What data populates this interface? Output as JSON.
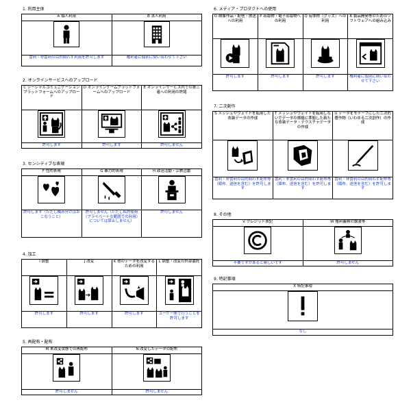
{
  "s1": {
    "title": "1. 利用主体",
    "cols": [
      {
        "header": "A 個人利用",
        "icon": "person-icon",
        "perm": "営利・非営利の目的問わず利用を許可します"
      },
      {
        "header": "B 法人利用",
        "icon": "building-icon",
        "perm": "権利者に個別に問い合わせて下さい"
      }
    ]
  },
  "s2": {
    "title": "2. オンラインサービスへのアップロード",
    "cols": [
      {
        "header": "C ソーシャルコミュニケーションプラットフォームへのアップロード",
        "icon": "sns-upload-icon",
        "perm": "許可します"
      },
      {
        "header": "D オンラインゲームプラットフォームへのアップロード",
        "icon": "game-upload-icon",
        "perm": "許可します"
      },
      {
        "header": "E オンラインサービス内での第三者への利用の許諾",
        "icon": "share-third-party-icon",
        "perm": "許可しません"
      }
    ]
  },
  "s3": {
    "title": "3. センシティブな表現",
    "cols": [
      {
        "header": "F 性的表現",
        "icon": "hearts-icon",
        "perm": "許可します（ただし模み分けはおこなうこと）"
      },
      {
        "header": "G 暴力的表現",
        "icon": "knife-icon",
        "perm": "許可しません（ただし私的使用（プライベートな範囲での利用）については禁止しません）"
      },
      {
        "header": "H 政治活動・宗教活動",
        "icon": "podium-icon",
        "perm": "許可しません"
      }
    ]
  },
  "s4": {
    "title": "4. 加工",
    "cols": [
      {
        "header": "I 調整",
        "icon": "adjust-icon",
        "perm": "許可します"
      },
      {
        "header": "J 改変",
        "icon": "modify-icon",
        "perm": "許可します"
      },
      {
        "header": "K 他のデータを改変するための利用",
        "icon": "use-for-modify-icon",
        "perm": "許可します"
      },
      {
        "header": "L 調整・改変の外部委託",
        "icon": "outsource-icon",
        "perm": "ユーザー間で行うことを許可します"
      }
    ]
  },
  "s5": {
    "title": "5. 再配布・配布",
    "cols": [
      {
        "header": "M 未改変状態での再配布",
        "icon": "redistribute-icon",
        "perm": "許可しません"
      },
      {
        "header": "N 改変したデータの配布",
        "icon": "distribute-modified-icon",
        "perm": "許可しません"
      }
    ]
  },
  "s6": {
    "title": "6. メディア・プロダクトへの使用",
    "cols": [
      {
        "header": "O 映像作品・配信・放送への利用",
        "icon": "video-icon",
        "perm": "許可します"
      },
      {
        "header": "P 出版物・電子出版物への利用",
        "icon": "publication-icon",
        "perm": "許可します"
      },
      {
        "header": "Q 有体物（グッズ）への利用",
        "icon": "goods-icon",
        "perm": "許可します"
      },
      {
        "header": "R 製品開発等のためのソフトウェアへの組み込み",
        "icon": "software-icon",
        "perm": "権利者に個別に問い合わせて下さい"
      }
    ]
  },
  "s7": {
    "title": "7. 二次創作",
    "cols": [
      {
        "header": "S メッシュやウェイトを転用した衣装データの作成",
        "icon": "costume-mesh-icon",
        "perm": "営利・非営利の目的問わず配布等（頒布、送信を含む）を許可します"
      },
      {
        "header": "T メッシュやウェイトを転用しないでデータの規格に準拠した新たな衣装データ・テクスチャデータの作成",
        "icon": "costume-new-icon",
        "perm": "営利・非営利の目的問わず配布等（頒布、送信を含む）を許可します"
      },
      {
        "header": "U データをモチーフにした二次的著作物（いわゆる二次創作）の作成",
        "icon": "pen-icon",
        "perm": "営利・非営利の目的問わず配布等（頒布、送信を含む）を許可します"
      }
    ]
  },
  "s8": {
    "title": "8. その他",
    "cols": [
      {
        "header": "V クレジット表記",
        "icon": "copyright-icon",
        "perm": "不要ですがあると嬉しいです"
      },
      {
        "header": "W 権利義務の譲渡等",
        "icon": "transfer-icon",
        "perm": "許可しません"
      }
    ]
  },
  "s9": {
    "title": "9. 特記事項",
    "cols": [
      {
        "header": "X 特記事項",
        "icon": "exclamation-icon",
        "perm": "なし"
      }
    ]
  }
}
